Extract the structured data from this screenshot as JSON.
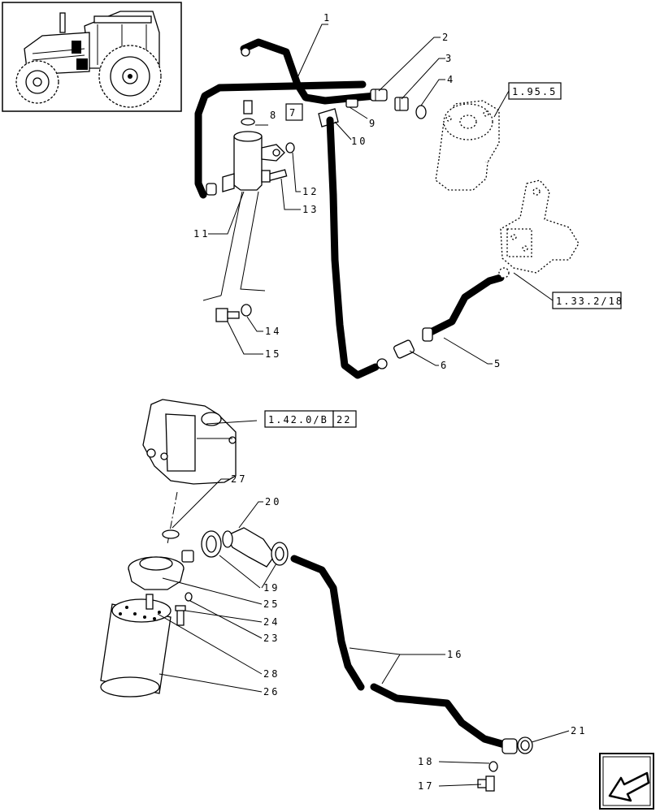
{
  "callouts": [
    {
      "id": "c1",
      "text": "1"
    },
    {
      "id": "c2",
      "text": "2"
    },
    {
      "id": "c3",
      "text": "3"
    },
    {
      "id": "c4",
      "text": "4"
    },
    {
      "id": "c5",
      "text": "5"
    },
    {
      "id": "c6",
      "text": "6"
    },
    {
      "id": "c8",
      "text": "8"
    },
    {
      "id": "c9",
      "text": "9"
    },
    {
      "id": "c10",
      "text": "10"
    },
    {
      "id": "c11",
      "text": "11"
    },
    {
      "id": "c12",
      "text": "12"
    },
    {
      "id": "c13",
      "text": "13"
    },
    {
      "id": "c14",
      "text": "14"
    },
    {
      "id": "c15",
      "text": "15"
    },
    {
      "id": "c16",
      "text": "16"
    },
    {
      "id": "c17",
      "text": "17"
    },
    {
      "id": "c18",
      "text": "18"
    },
    {
      "id": "c19",
      "text": "19"
    },
    {
      "id": "c20",
      "text": "20"
    },
    {
      "id": "c21",
      "text": "21"
    },
    {
      "id": "c23",
      "text": "23"
    },
    {
      "id": "c24",
      "text": "24"
    },
    {
      "id": "c25",
      "text": "25"
    },
    {
      "id": "c26",
      "text": "26"
    },
    {
      "id": "c27",
      "text": "27"
    },
    {
      "id": "c28",
      "text": "28"
    }
  ],
  "references": {
    "ref_195": {
      "label": "1.95.5"
    },
    "ref_133": {
      "label": "1.33.2/18"
    },
    "ref_142": {
      "label": "1.42.0/B",
      "suffix": "22"
    },
    "ref_8": {
      "suffix": "7"
    }
  },
  "icons": {
    "tractor_thumbnail": "tractor-location-icon",
    "nav_arrow": "previous-page-arrow-icon"
  }
}
